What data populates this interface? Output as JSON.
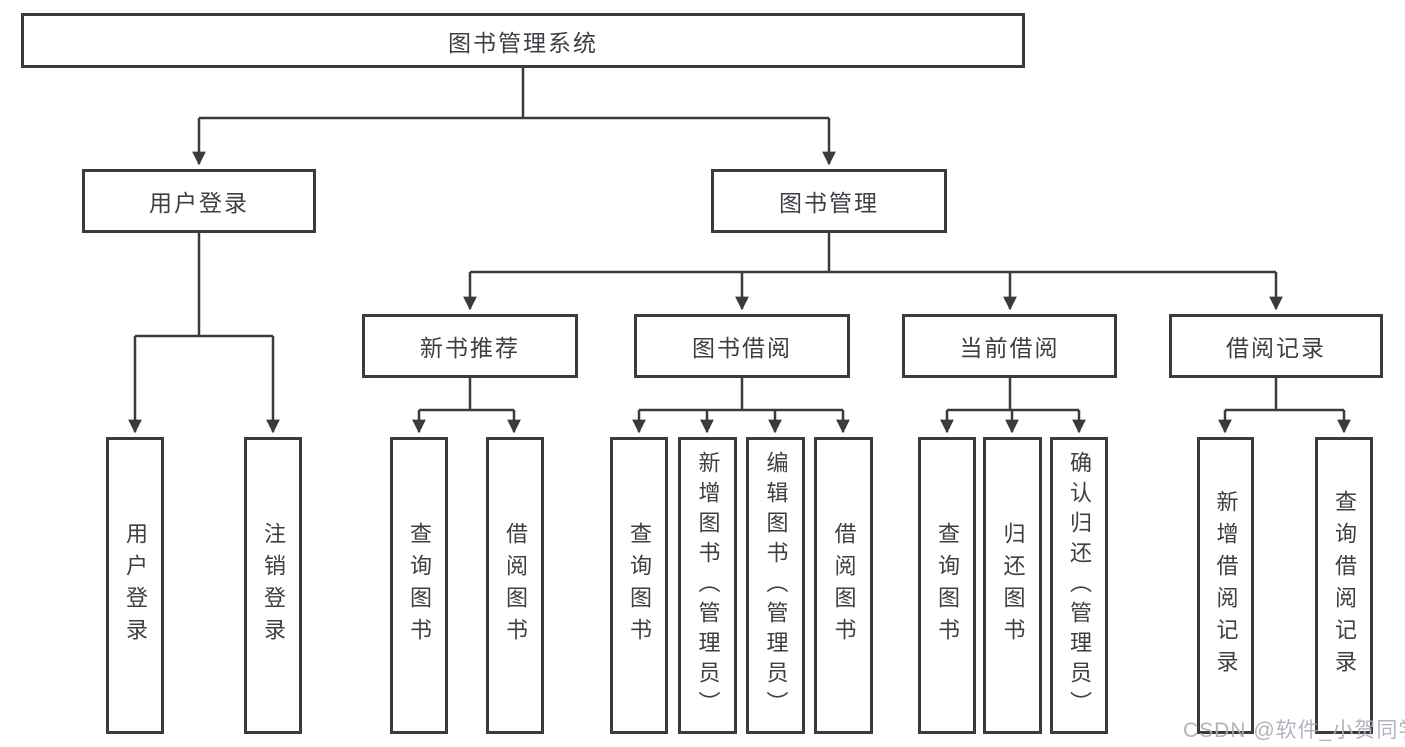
{
  "diagram": {
    "root": {
      "label": "图书管理系统"
    },
    "level2": {
      "user_login": {
        "label": "用户登录"
      },
      "book_management": {
        "label": "图书管理"
      }
    },
    "level3": {
      "new_book_recommend": {
        "label": "新书推荐"
      },
      "book_borrow": {
        "label": "图书借阅"
      },
      "current_borrow": {
        "label": "当前借阅"
      },
      "borrow_record": {
        "label": "借阅记录"
      }
    },
    "leaves": {
      "login_user_login": {
        "label": "用户登录"
      },
      "login_logout": {
        "label": "注销登录"
      },
      "nbr_query_book": {
        "label": "查询图书"
      },
      "nbr_borrow_book": {
        "label": "借阅图书"
      },
      "bb_query_book": {
        "label": "查询图书"
      },
      "bb_add_book_admin": {
        "label": "新增图书（管理员）"
      },
      "bb_edit_book_admin": {
        "label": "编辑图书（管理员）"
      },
      "bb_borrow_book": {
        "label": "借阅图书"
      },
      "cb_query_book": {
        "label": "查询图书"
      },
      "cb_return_book": {
        "label": "归还图书"
      },
      "cb_confirm_return_admin": {
        "label": "确认归还（管理员）"
      },
      "br_add_record": {
        "label": "新增借阅记录"
      },
      "br_query_record": {
        "label": "查询借阅记录"
      }
    }
  },
  "watermark": {
    "text": "CSDN @软件_小贺同学"
  },
  "colors": {
    "line": "#3b3b3b",
    "text": "#3e3e44",
    "background": "#ffffff",
    "watermark": "#adadb6"
  }
}
